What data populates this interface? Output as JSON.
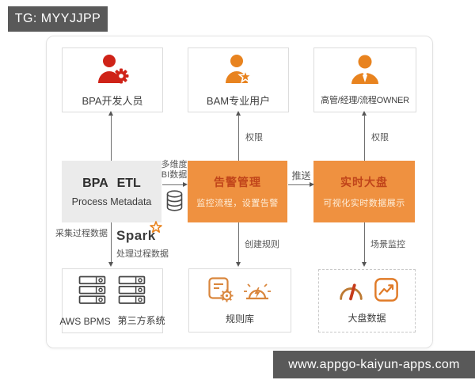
{
  "tags": {
    "top": "TG: MYYJJPP",
    "bottom": "www.appgo-kaiyun-apps.com"
  },
  "actors": [
    {
      "label": "BPA开发人员",
      "icon": "user-gear"
    },
    {
      "label": "BAM专业用户",
      "icon": "user-star"
    },
    {
      "label": "高管/经理/流程OWNER",
      "icon": "user-tie"
    }
  ],
  "systems": [
    {
      "title": "BPA ETL",
      "subtitle": "Process Metadata"
    },
    {
      "title": "告警管理",
      "subtitle": "监控流程，设置告警"
    },
    {
      "title": "实时大盘",
      "subtitle": "可视化实时数据展示"
    }
  ],
  "stores": [
    {
      "label_left": "AWS BPMS",
      "label_right": "第三方系统",
      "icons": [
        "server-stack",
        "server-stack"
      ]
    },
    {
      "label": "规则库",
      "icons": [
        "rules-doc-gear",
        "alarm-siren"
      ]
    },
    {
      "label": "大盘数据",
      "icons": [
        "gauge",
        "trend-chart"
      ]
    }
  ],
  "edges": {
    "bi_line1": "多维度",
    "bi_line2": "BI数据",
    "push": "推送",
    "permission_mid": "权限",
    "permission_right": "权限",
    "collect": "采集过程数据",
    "spark": "Spark",
    "process": "处理过程数据",
    "create_rule": "创建规则",
    "scene_monitor": "场景监控"
  },
  "colors": {
    "orange_box": "#ef9140",
    "orange_box_title": "#c0441a",
    "icon_red": "#cf2318",
    "icon_orange": "#e8831f",
    "outline_orange": "#d9863c",
    "watermark_bg": "#595959",
    "line": "#6f6f6f"
  }
}
